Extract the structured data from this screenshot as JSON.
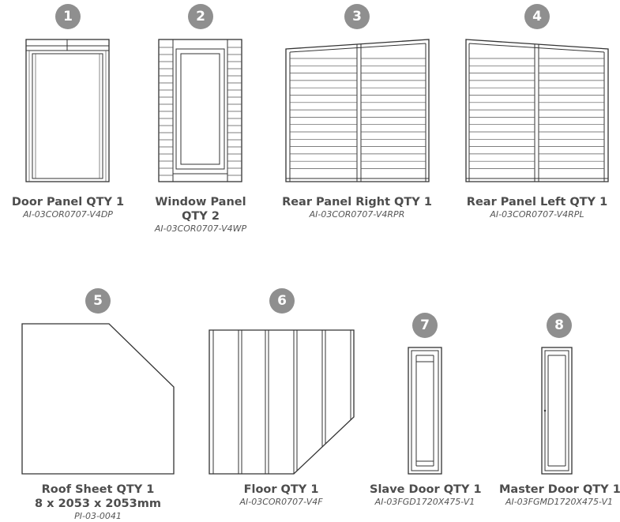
{
  "parts": [
    {
      "number": "1",
      "name": "Door Panel QTY 1",
      "code": "AI-03COR0707-V4DP"
    },
    {
      "number": "2",
      "name_line1": "Window Panel",
      "name_line2": "QTY 2",
      "code": "AI-03COR0707-V4WP"
    },
    {
      "number": "3",
      "name": "Rear Panel Right QTY 1",
      "code": "AI-03COR0707-V4RPR"
    },
    {
      "number": "4",
      "name": "Rear Panel Left QTY 1",
      "code": "AI-03COR0707-V4RPL"
    },
    {
      "number": "5",
      "name_line1": "Roof Sheet QTY 1",
      "name_line2": "8 x 2053 x 2053mm",
      "code": "PI-03-0041"
    },
    {
      "number": "6",
      "name": "Floor QTY 1",
      "code": "AI-03COR0707-V4F"
    },
    {
      "number": "7",
      "name": "Slave Door QTY 1",
      "code": "AI-03FGD1720X475-V1"
    },
    {
      "number": "8",
      "name": "Master Door QTY 1",
      "code": "AI-03FGMD1720X475-V1"
    }
  ],
  "colors": {
    "badge": "#8f8f8f",
    "line": "#333333",
    "text": "#4d4d4d"
  }
}
